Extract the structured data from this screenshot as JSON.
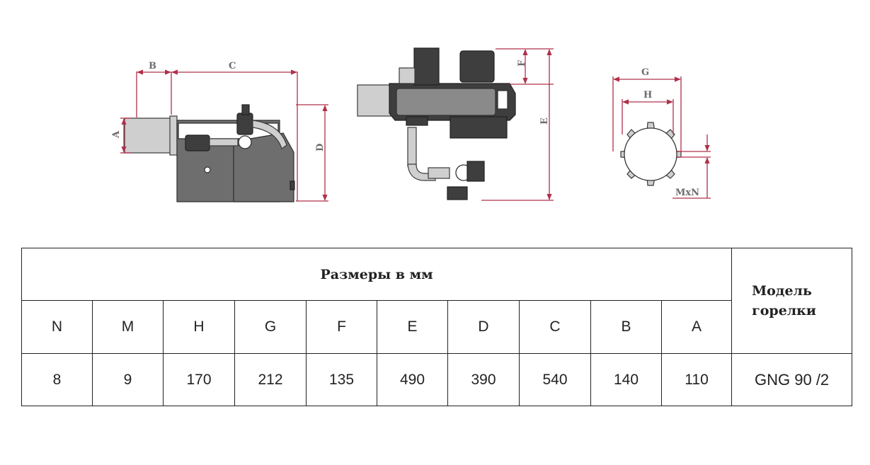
{
  "drawing": {
    "dimension_labels": {
      "side": [
        "A",
        "B",
        "C",
        "D"
      ],
      "front": [
        "E",
        "F"
      ],
      "flange": [
        "G",
        "H",
        "MxN"
      ]
    }
  },
  "table": {
    "header_title": "Размеры в мм",
    "model_header_line1": "Модель",
    "model_header_line2": "горелки",
    "columns": [
      "N",
      "M",
      "H",
      "G",
      "F",
      "E",
      "D",
      "C",
      "B",
      "A"
    ],
    "rows": [
      {
        "values": [
          "8",
          "9",
          "170",
          "212",
          "135",
          "490",
          "390",
          "540",
          "140",
          "110"
        ],
        "model": "GNG 90 /2"
      }
    ]
  }
}
